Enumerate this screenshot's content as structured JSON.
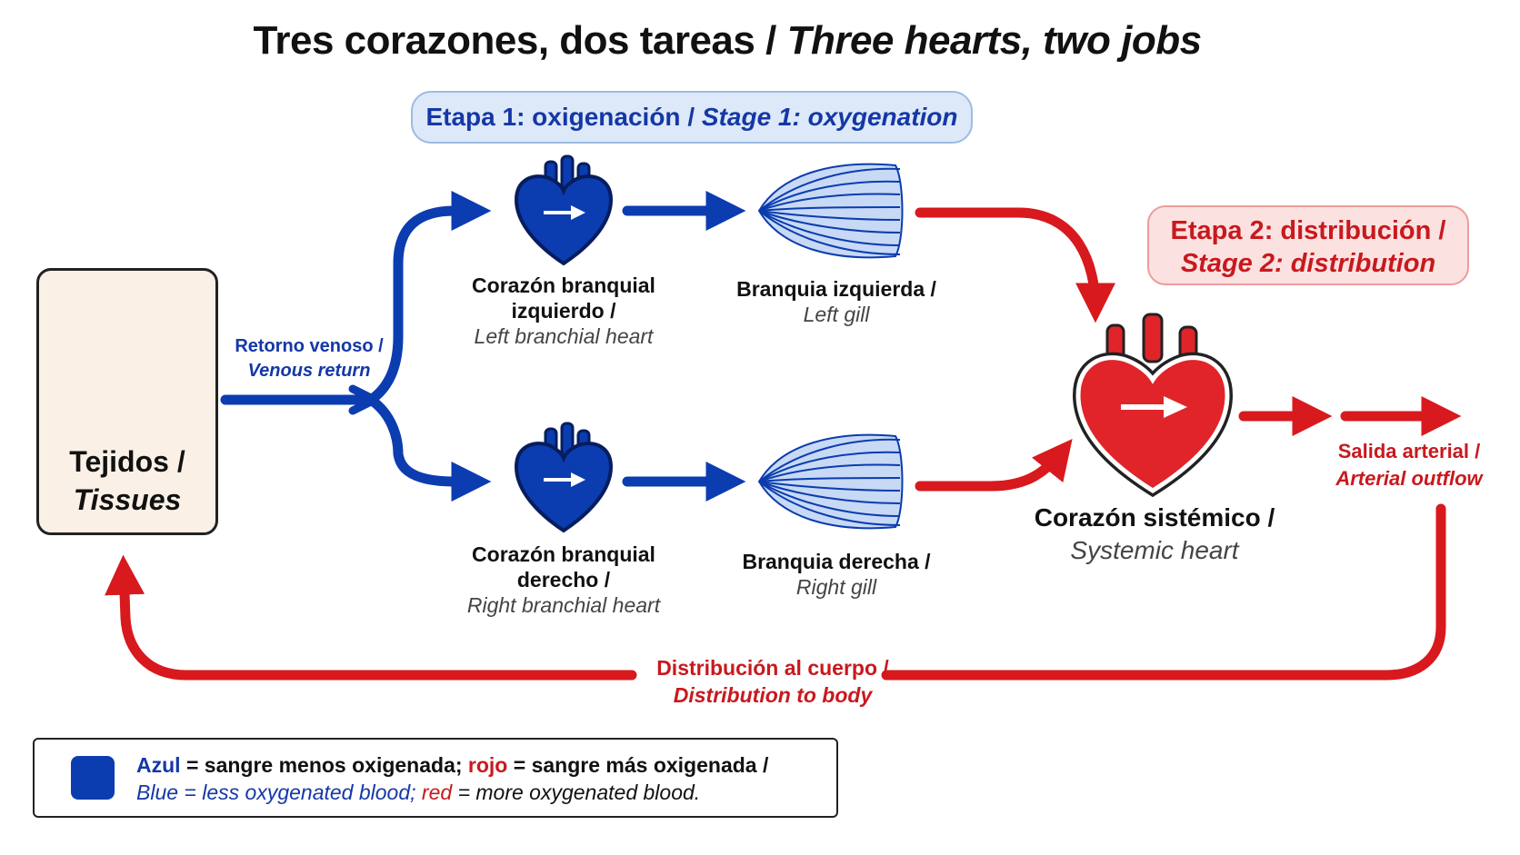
{
  "title": {
    "es": "Tres corazones, dos tareas /",
    "en": "Three hearts, two jobs"
  },
  "stage1": {
    "es": "Etapa 1: oxigenación /",
    "en": "Stage 1: oxygenation"
  },
  "stage2": {
    "es": "Etapa 2: distribución /",
    "en": "Stage 2: distribution"
  },
  "tissues": {
    "es": "Tejidos /",
    "en": "Tissues"
  },
  "venous_return": {
    "es": "Retorno venoso /",
    "en": "Venous return"
  },
  "left_branchial_heart": {
    "es1": "Corazón branquial",
    "es2": "izquierdo /",
    "en": "Left branchial heart"
  },
  "right_branchial_heart": {
    "es1": "Corazón branquial",
    "es2": "derecho /",
    "en": "Right branchial heart"
  },
  "left_gill": {
    "es": "Branquia izquierda /",
    "en": "Left gill"
  },
  "right_gill": {
    "es": "Branquia derecha /",
    "en": "Right gill"
  },
  "systemic_heart": {
    "es": "Corazón sistémico /",
    "en": "Systemic heart"
  },
  "arterial_outflow": {
    "es": "Salida arterial /",
    "en": "Arterial outflow"
  },
  "distribution": {
    "es": "Distribución al cuerpo /",
    "en": "Distribution to body"
  },
  "legend": {
    "line1": {
      "blue_word": "Azul",
      "eq1": "= sangre menos oxigenada;",
      "red_word": "rojo",
      "eq2": "= sangre más oxigenada /"
    },
    "line2": {
      "blue_part": "Blue = less oxygenated blood;",
      "red_word": "red",
      "rest": "= more oxygenated blood."
    }
  },
  "colors": {
    "blue": "#0b3cb0",
    "red": "#d8191e",
    "stage1_bg": "#dde9f8",
    "stage2_bg": "#fbe2e1",
    "tissue_bg": "#faf0e6"
  }
}
